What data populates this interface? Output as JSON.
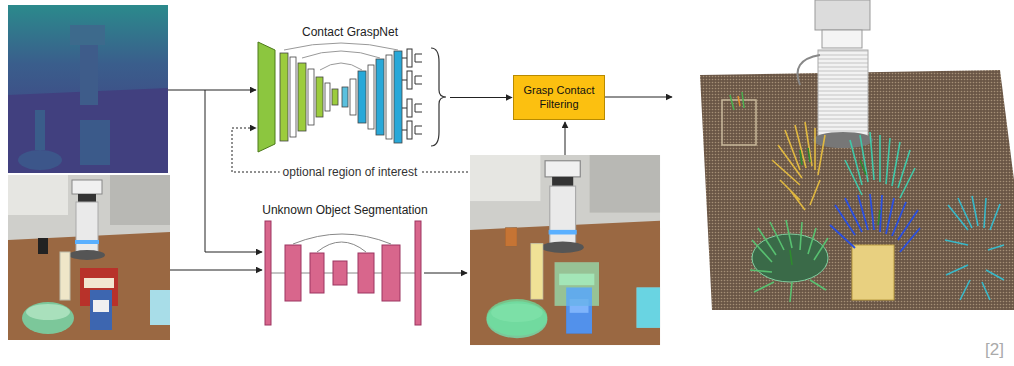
{
  "diagram": {
    "nodes": [
      {
        "text": [
          "Contact GraspNet"
        ]
      },
      {
        "text": [
          "Grasp Contact Filtering"
        ]
      },
      {
        "text": [
          "Unknown Object Segmentation"
        ]
      }
    ],
    "edges": [
      {
        "from": 0,
        "to": 1,
        "arrow": "to"
      }
    ],
    "labels": [
      "optional region of interest",
      "[2]"
    ]
  }
}
